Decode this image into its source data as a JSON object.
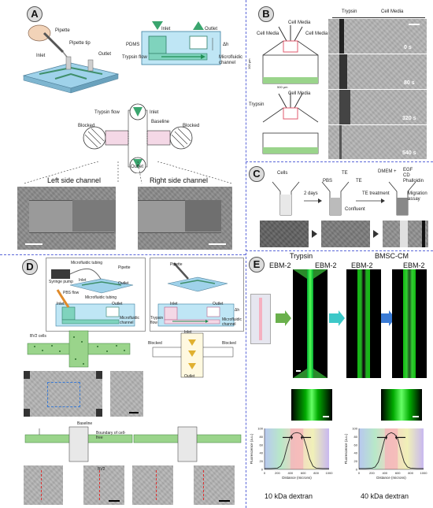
{
  "panels": {
    "A": {
      "badge": "A",
      "labels": {
        "pipette": "Pipette",
        "pipette_tip": "Pipette tip",
        "inlet": "Inlet",
        "outlet": "Outlet",
        "schematic_inlet": "Inlet",
        "schematic_outlet": "Outlet",
        "pdms": "PDMS",
        "dh": "Δh",
        "trypsin_flow": "Trypsin flow",
        "microfluidic_channel": "Microfluidic channel",
        "cross_trypsin_flow": "Trypsin flow",
        "inlet_small": "Inlet",
        "baseline": "Baseline",
        "blocked_left": "Blocked",
        "blocked_right": "Blocked",
        "outlet_small": "Outlet",
        "left_side_channel": "Left side channel",
        "right_side_channel": "Right side channel"
      }
    },
    "B": {
      "badge": "B",
      "labels": {
        "trypsin_top": "Trypsin",
        "cell_media_top": "Cell Media",
        "cell_media_1": "Cell Media",
        "cell_media_2": "Cell Media",
        "cell_media_3": "Cell Media",
        "dim_height": "100 µm",
        "dim_width": "500 µm",
        "trypsin_left": "Trypsin",
        "cell_media_4": "Cell Media"
      },
      "times": [
        "0 s",
        "80 s",
        "320 s",
        "540 s"
      ]
    },
    "C": {
      "badge": "C",
      "labels": {
        "cells": "Cells",
        "pbs": "PBS",
        "te1": "TE",
        "te2": "TE",
        "dmem": "DMEM +",
        "egf": "EGF",
        "cd": "CD",
        "phalloidin": "Phalloidin",
        "two_days": "2 days",
        "confluent": "Confluent",
        "te_treatment": "TE treatment",
        "migration_assay": "Migration assay"
      }
    },
    "D": {
      "badge": "D",
      "labels": {
        "microfluidic_tubing": "Microfluidic tubing",
        "pipette": "Pipette",
        "syringe_pump": "Syringe pump",
        "inlet1": "Inlet",
        "outlet1": "Outlet",
        "pbs_flow": "PBS flow",
        "microfluidic_tubing2": "Microfluidic tubing",
        "inlet2": "Inlet",
        "outlet2": "Outlet",
        "microfluidic_channel": "Microfluidic channel",
        "pipette2": "Pipette",
        "inlet3": "Inlet",
        "outlet3": "Outlet",
        "dh": "Δh",
        "trypsin_flow": "Trypsin flow",
        "microfluidic_channel2": "Microfluidic channel",
        "bv2_cells": "BV2 cells",
        "inlet_cross": "Inlet",
        "blocked_left": "Blocked",
        "blocked_right": "Blocked",
        "outlet_cross": "Outlet",
        "baseline": "Baseline",
        "boundary": "Boundary of cell-free",
        "bv2": "BV2"
      }
    },
    "E": {
      "badge": "E",
      "labels": {
        "ebm2_1": "EBM-2",
        "trypsin": "Trypsin",
        "ebm2_2": "EBM-2",
        "ebm2_3": "EBM-2",
        "bmsc_cm": "BMSC-CM",
        "ebm2_4": "EBM-2",
        "caption_left": "10 kDa dextran",
        "caption_right": "40 kDa dextran"
      }
    }
  },
  "chart_data": [
    {
      "type": "line",
      "title": "10 kDa dextran",
      "xlabel": "Distance (microns)",
      "ylabel": "Fluorescence (a.u.)",
      "xlim": [
        0,
        1000
      ],
      "ylim": [
        0,
        100
      ],
      "x_ticks": [
        0,
        200,
        400,
        600,
        800,
        1000
      ],
      "y_ticks": [
        0,
        20,
        40,
        60,
        80,
        100
      ],
      "series": [
        {
          "x": [
            0,
            100,
            200,
            250,
            300,
            350,
            400,
            450,
            500,
            550,
            600,
            650,
            700,
            750,
            800,
            900,
            1000
          ],
          "y": [
            2,
            2,
            3,
            8,
            25,
            55,
            80,
            88,
            90,
            88,
            80,
            55,
            25,
            8,
            3,
            2,
            2
          ]
        }
      ]
    },
    {
      "type": "line",
      "title": "40 kDa dextran",
      "xlabel": "Distance (microns)",
      "ylabel": "Fluorescence (a.u.)",
      "xlim": [
        0,
        1000
      ],
      "ylim": [
        0,
        100
      ],
      "x_ticks": [
        0,
        200,
        400,
        600,
        800,
        1000
      ],
      "y_ticks": [
        0,
        20,
        40,
        60,
        80,
        100
      ],
      "series": [
        {
          "x": [
            0,
            100,
            200,
            250,
            300,
            350,
            400,
            450,
            500,
            550,
            600,
            650,
            700,
            750,
            800,
            900,
            1000
          ],
          "y": [
            2,
            2,
            3,
            6,
            18,
            45,
            75,
            86,
            90,
            86,
            75,
            45,
            18,
            6,
            3,
            2,
            2
          ]
        }
      ]
    }
  ]
}
